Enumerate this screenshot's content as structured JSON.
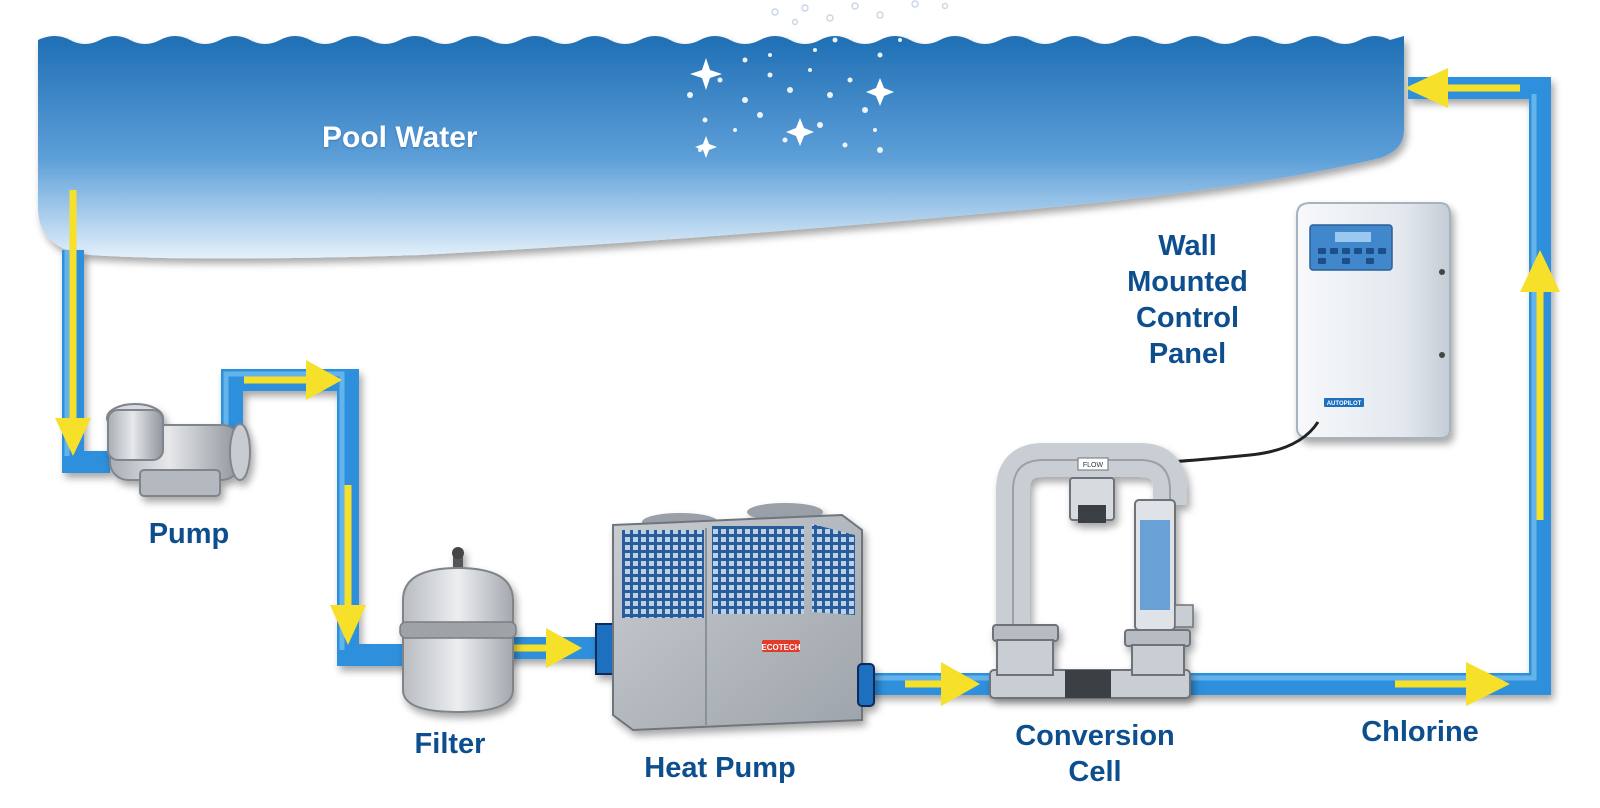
{
  "labels": {
    "pool_water": "Pool Water",
    "pump": "Pump",
    "filter": "Filter",
    "heat_pump": "Heat Pump",
    "conversion_cell": [
      "Conversion",
      "Cell"
    ],
    "control_panel": [
      "Wall",
      "Mounted",
      "Control",
      "Panel"
    ],
    "chlorine": "Chlorine"
  },
  "device_text": {
    "flow": "FLOW",
    "ecotech": "ECOTECH",
    "autopilot": "AUTOPILOT"
  },
  "colors": {
    "pipe": "#2f8fdc",
    "pipe_dark": "#1a6fbf",
    "arrow": "#f6e02a",
    "label": "#0d4f8e",
    "water_top": "#1f6fb5",
    "water_bottom": "#d8ebf8"
  }
}
